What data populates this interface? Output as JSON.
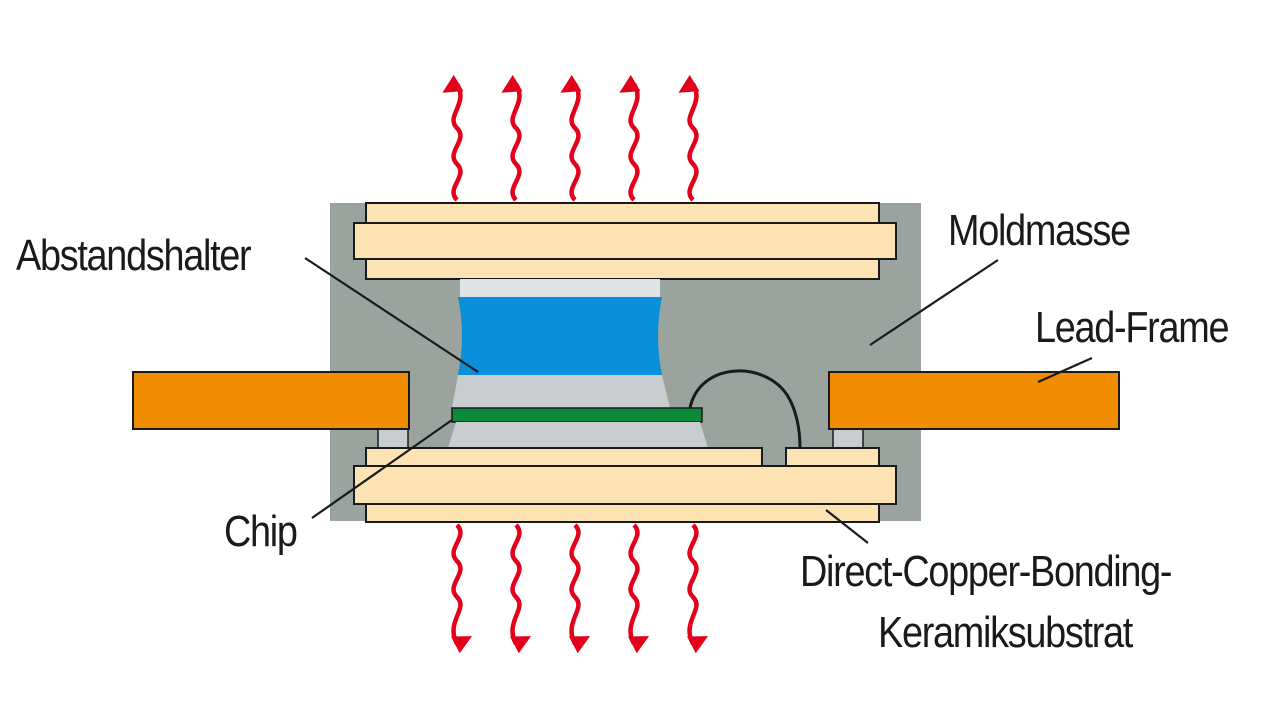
{
  "labels": {
    "spacer": "Abstandshalter",
    "mold": "Moldmasse",
    "leadframe": "Lead-Frame",
    "chip": "Chip",
    "substrate_line1": "Direct-Copper-Bonding-",
    "substrate_line2": "Keramiksubstrat"
  },
  "colors": {
    "mold": "#9aa39e",
    "copper_layer": "#fde3b4",
    "lead_frame": "#ef8c00",
    "spacer": "#0a90db",
    "chip": "#0b8a3a",
    "solder": "#c9cdcf",
    "heat_arrows": "#e3001b",
    "leader_lines": "#1a1a1a"
  },
  "heat_flow": {
    "arrows_up": 5,
    "arrows_down": 5
  }
}
